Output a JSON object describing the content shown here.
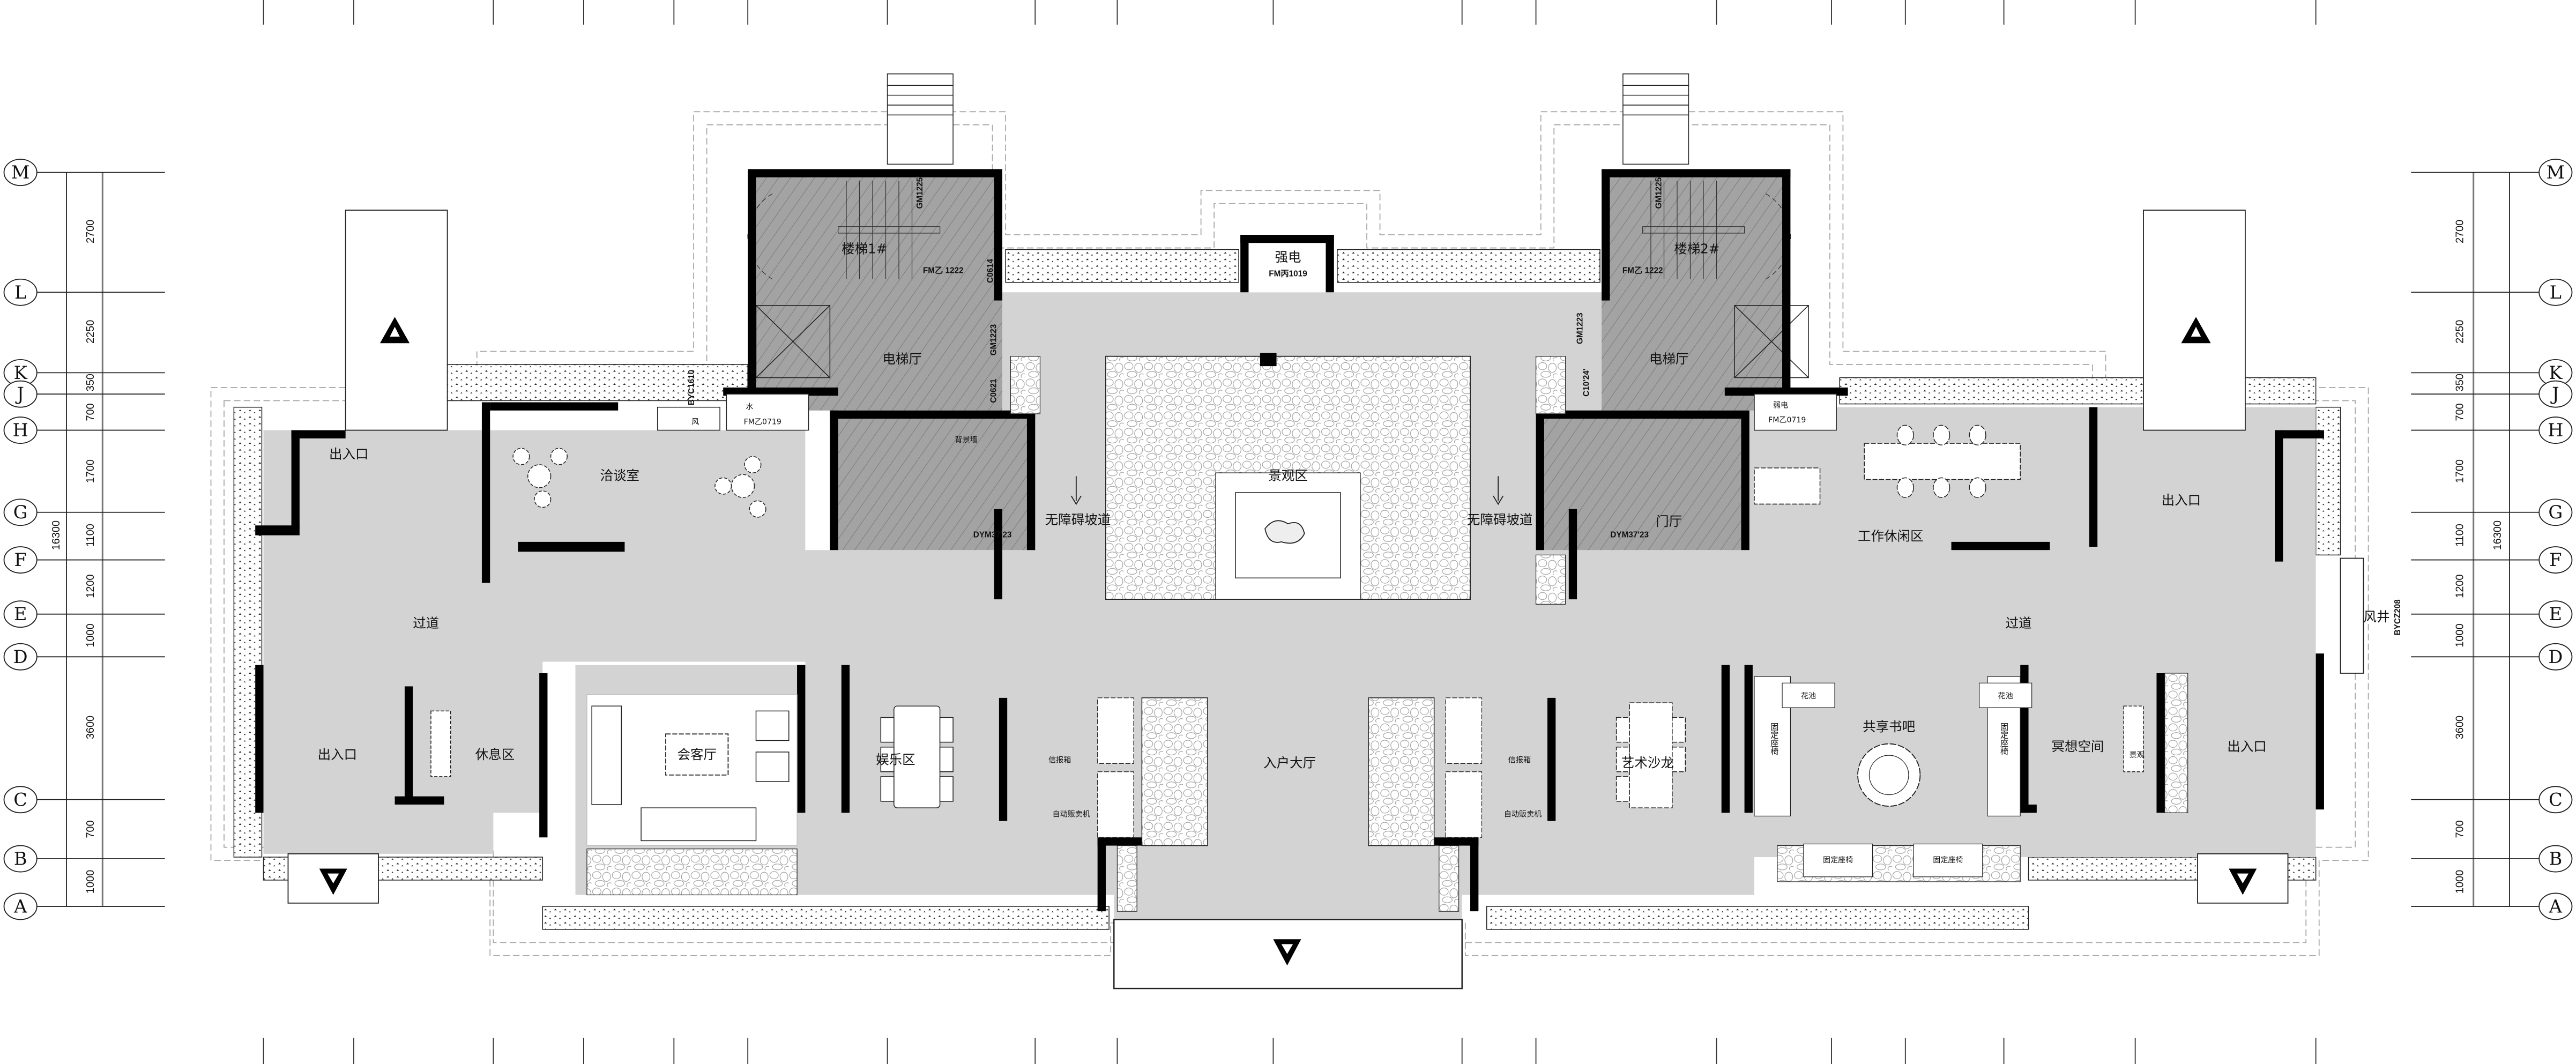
{
  "axes": {
    "labels": [
      "M",
      "L",
      "K",
      "J",
      "H",
      "G",
      "F",
      "E",
      "D",
      "C",
      "B",
      "A"
    ],
    "dims": [
      "2700",
      "2250",
      "350",
      "700",
      "1700",
      "1100",
      "1200",
      "1000",
      "3600",
      "700",
      "1000"
    ],
    "total": "16300"
  },
  "rooms": {
    "left_entrance_top": "出入口",
    "negotiation": "洽谈室",
    "left_corridor": "过道",
    "left_entrance_bottom": "出入口",
    "rest_area": "休息区",
    "reception": "会客厅",
    "entertainment": "娱乐区",
    "mailbox_left": "信报箱",
    "vending_left": "自动贩卖机",
    "lobby": "入户大厅",
    "mailbox_right": "信报箱",
    "vending_right": "自动贩卖机",
    "art_salon": "艺术沙龙",
    "book_bar": "共享书吧",
    "meditation": "冥想空间",
    "landscape_small": "景观",
    "right_entrance_bottom": "出入口",
    "right_corridor": "过道",
    "work_lounge": "工作休闲区",
    "right_entrance_top": "出入口",
    "air_shaft": "风井",
    "landscape_area": "景观区",
    "ramp_left": "无障碍坡道",
    "ramp_right": "无障碍坡道",
    "power_room": "强电",
    "elevator_hall_left": "电梯厅",
    "elevator_hall_right": "电梯厅",
    "foyer_right": "门厅",
    "stair_1": "楼梯1#",
    "stair_2": "楼梯2#",
    "water": "水",
    "weak_power": "弱电",
    "wind": "风",
    "feature_wall": "背景墙",
    "flower_bed_1": "花池",
    "flower_bed_2": "花池",
    "fixed_seat_1": "固定座椅",
    "fixed_seat_2": "固定座椅",
    "fixed_seat_3": "固定座椅",
    "fixed_seat_4": "固定座椅"
  },
  "codes": {
    "power_door": "FM丙1019",
    "gm1225_left": "GM1225'",
    "fm1222_left": "FM乙 1222",
    "gm1223_left": "GM1223",
    "c0614": "C0614",
    "c0621": "C0621",
    "dym_left": "DYM37'23",
    "byc1610": "BYC1610",
    "fm0719_left": "FM乙0719",
    "gm1225_right": "GM1225'",
    "fm1222_right": "FM乙 1222",
    "gm1223_right": "GM1223",
    "c1024": "C10'24'",
    "dym_right": "DYM37'23",
    "fm0719_right": "FM乙0719",
    "bycz208": "BYCZ208"
  }
}
